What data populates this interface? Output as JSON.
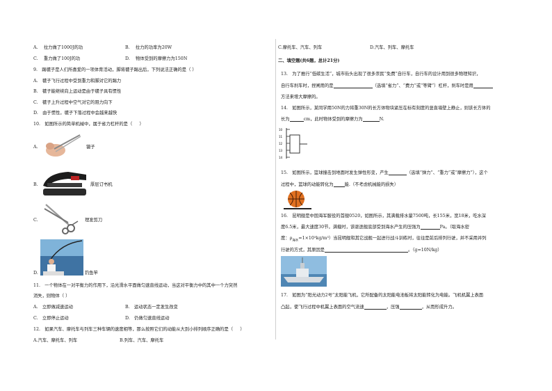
{
  "left": {
    "q8_options": {
      "a": "A.　 拉力做了1000J的功",
      "b": "B.　 拉力的功率为20W",
      "c": "C.　 重力做了100J的功",
      "d": "D.　 物体受到的摩擦力为150N"
    },
    "q9": {
      "stem": "9.　踢毽子是人们所喜爱的一项体育活动，脚将毽子踢出后，下列说法正确的是（ ）",
      "a": "A.　毽子飞行过程中受到重力和脚对它的踢力",
      "b": "B.　毽子能继续向上运动是由于毽子具有惯性",
      "c": "C.　毽子上升过程中空气对它的阻力向下",
      "d": "D.　由于惯性，毽子下落过程中会越来越快"
    },
    "q10": {
      "stem": "10.　如图所示的简单机械中，属于省力杠杆的是（ 　 ）",
      "a_label": "A.",
      "a_caption": "镊子",
      "b_label": "B.",
      "b_caption": "厚层订书机",
      "c_label": "C.",
      "c_caption": "理发剪刀",
      "d_label": "D.",
      "d_caption": "钓鱼竿"
    },
    "q11": {
      "stem_line1": "11.　一个物体在一对平衡力的作用下，沿光滑水平面做匀速直线运动，当这对平衡力中的其中一个力突然",
      "stem_line2": "消失，则物体（ ）",
      "a": "A.　立即做减速运动",
      "b": "B.　运动状态一定发生改变",
      "c": "C.　立即停止运动",
      "d": "D.　仍做匀速直线运动"
    },
    "q12": {
      "stem": "12.　如果汽车、摩托车与列车三种车辆的速度相等，那么按照它们的动能从大到小排列顺序正确的是（ 　 ）",
      "a": "A.汽车、摩托车、列车",
      "b": "B.列车、汽车、摩托车"
    }
  },
  "right": {
    "q12_options": {
      "c": "C.摩托车、汽车、列车",
      "d": "D.汽车、列车、摩托车"
    },
    "section2_title": "二、填空题(共6题，总计21分)",
    "q13": {
      "line1": "13.　为了推行“低碳生活”，城市街头出现了很多崇民“免费”自行车，自行车的设计用到很多物理知识，",
      "line2a": "自行车刹车时，捏闸用的是",
      "line2b": "（选填“省力”、“费力”或“等臂”）杠杆，刹车时是用",
      "line3": "方法来增大摩擦的。"
    },
    "q14": {
      "line1": "14.　如图所示，某同学用50N的力将重30N的长方体物块紧压在标有刻度的竖直墙壁上静止，则该长方体的",
      "line2a": "长为",
      "line2b": "cm，此时物体受到的摩擦力为",
      "line2c": "N.",
      "ruler_ticks": [
        "10",
        "11",
        "12",
        "13",
        "14"
      ]
    },
    "q15": {
      "line1a": "15.　如图所示，篮球撞击到地面时发生弹性形变，产生",
      "line1b": "（选填“弹力”、“重力”或“摩擦力”），这个",
      "line2a": "过程中，篮球的动能转化为",
      "line2b": "能.（不考虑机械能的损失）"
    },
    "q16": {
      "line1": "16.　昆明舰是中国海军服役的首舰0520，如图所示，其满载排水量7500吨，长155米，宽18米，吃水深",
      "line2a": "度6.5米，最大速度30节，满载时，该驱逐舰底部受到海水产生的压强为",
      "line2b": "Pa。（取海水密",
      "line3a": "度：ρ",
      "line3sub": "海水",
      "line3b": "=1×10³kg/m³）当昆明舰和其它战舰一起进行战斗训练时，往往是前后排列行驶，并不采用并列",
      "line4a": "行驶的方式，其原因是",
      "line4b": "。（g=10N/kg）"
    },
    "q17": {
      "line1": "17.　如图为“阳光动力2号”太阳能飞机，它所配备的太阳能电池板将太阳能转化为电能。飞机机翼上表面",
      "line2a": "凸起，使飞行过程中机翼上表面的空气流速",
      "line2b": "，压强",
      "line2c": "，从而形成升力。"
    }
  }
}
